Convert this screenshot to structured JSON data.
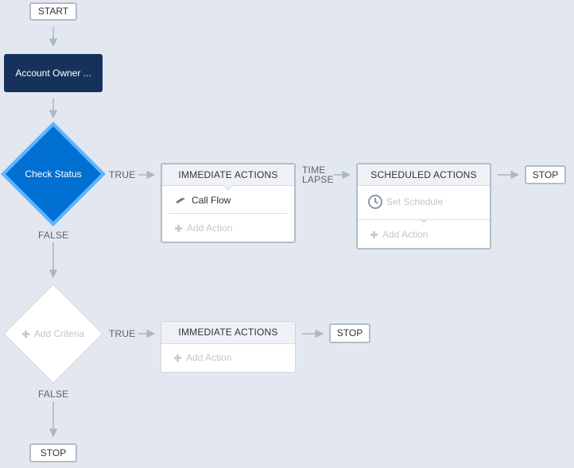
{
  "start": {
    "label": "START"
  },
  "node_account_owner": {
    "label": "Account Owner ..."
  },
  "criteria_1": {
    "label": "Check Status",
    "true_label": "TRUE",
    "false_label": "FALSE",
    "immediate": {
      "header": "IMMEDIATE ACTIONS",
      "action": "Call Flow",
      "add_action": "Add Action"
    },
    "time_lapse_line1": "TIME",
    "time_lapse_line2": "LAPSE",
    "scheduled": {
      "header": "SCHEDULED ACTIONS",
      "set_schedule": "Set Schedule",
      "add_action": "Add Action"
    },
    "stop": "STOP"
  },
  "criteria_2": {
    "label": "Add Criteria",
    "true_label": "TRUE",
    "false_label": "FALSE",
    "immediate": {
      "header": "IMMEDIATE ACTIONS",
      "add_action": "Add Action"
    },
    "stop": "STOP"
  },
  "final_stop": {
    "label": "STOP"
  },
  "colors": {
    "background": "#e3e7ef",
    "node_dark": "#16325c",
    "criteria_active": "#0070d2",
    "criteria_outline": "#5eb4ff",
    "connector": "#a8b7c7"
  }
}
